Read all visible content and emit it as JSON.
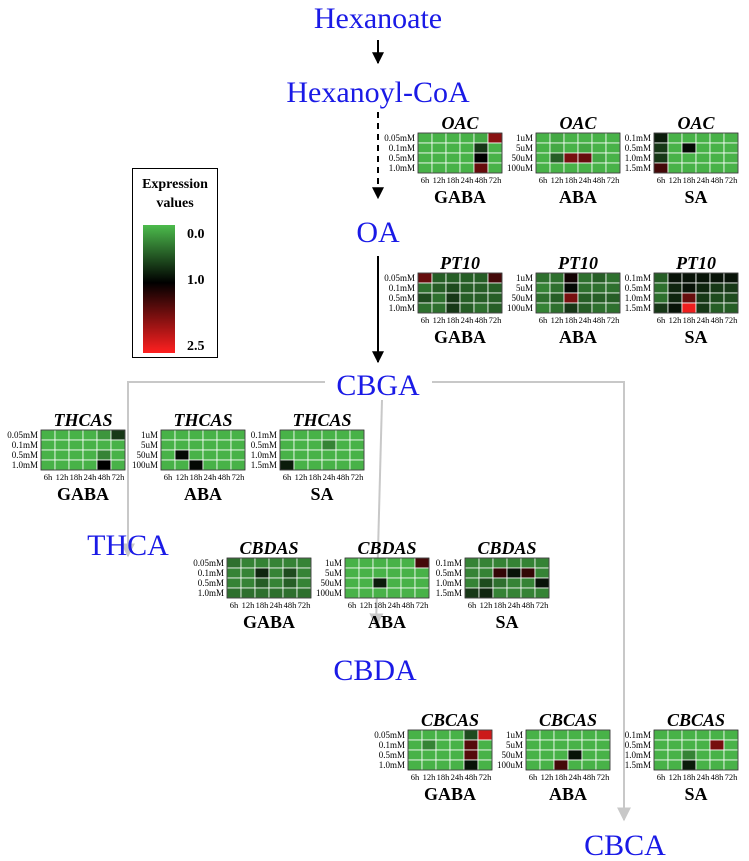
{
  "metabolites": {
    "hexanoate": "Hexanoate",
    "hexanoyl_coa": "Hexanoyl-CoA",
    "oa": "OA",
    "cbga": "CBGA",
    "thca": "THCA",
    "cbda": "CBDA",
    "cbca": "CBCA"
  },
  "legend": {
    "title_line1": "Expression",
    "title_line2": "values",
    "min": "0.0",
    "mid": "1.0",
    "max": "2.5",
    "color_low": "#4CBB4C",
    "color_mid": "#000000",
    "color_high": "#FF2020"
  },
  "time_labels": [
    "6h",
    "12h",
    "18h",
    "24h",
    "48h",
    "72h"
  ],
  "treatments": {
    "GABA": {
      "label": "GABA",
      "doses": [
        "0.05mM",
        "0.1mM",
        "0.5mM",
        "1.0mM"
      ]
    },
    "ABA": {
      "label": "ABA",
      "doses": [
        "1uM",
        "5uM",
        "50uM",
        "100uM"
      ]
    },
    "SA": {
      "label": "SA",
      "doses": [
        "0.1mM",
        "0.5mM",
        "1.0mM",
        "1.5mM"
      ]
    }
  },
  "genes": {
    "OAC": "OAC",
    "PT10": "PT10",
    "THCAS": "THCAS",
    "CBDAS": "CBDAS",
    "CBCAS": "CBCAS"
  },
  "chart_data": [
    {
      "type": "heatmap",
      "gene": "OAC",
      "treatment": "GABA",
      "values": [
        [
          0.05,
          0.05,
          0.05,
          0.05,
          0.1,
          1.8
        ],
        [
          0.05,
          0.05,
          0.05,
          0.05,
          0.7,
          0.05
        ],
        [
          0.05,
          0.05,
          0.05,
          0.05,
          1.0,
          0.05
        ],
        [
          0.05,
          0.05,
          0.05,
          0.05,
          1.6,
          0.05
        ]
      ]
    },
    {
      "type": "heatmap",
      "gene": "OAC",
      "treatment": "ABA",
      "values": [
        [
          0.05,
          0.1,
          0.05,
          0.05,
          0.05,
          0.05
        ],
        [
          0.05,
          0.1,
          0.05,
          0.1,
          0.05,
          0.05
        ],
        [
          0.05,
          0.5,
          1.7,
          1.6,
          0.1,
          0.05
        ],
        [
          0.05,
          0.05,
          0.05,
          0.05,
          0.05,
          0.05
        ]
      ]
    },
    {
      "type": "heatmap",
      "gene": "OAC",
      "treatment": "SA",
      "values": [
        [
          0.85,
          0.05,
          0.05,
          0.05,
          0.05,
          0.05
        ],
        [
          0.7,
          0.05,
          0.95,
          0.05,
          0.05,
          0.05
        ],
        [
          0.7,
          0.05,
          0.05,
          0.05,
          0.05,
          0.05
        ],
        [
          1.4,
          0.05,
          0.05,
          0.05,
          0.05,
          0.05
        ]
      ]
    },
    {
      "type": "heatmap",
      "gene": "PT10",
      "treatment": "GABA",
      "values": [
        [
          1.6,
          0.5,
          0.5,
          0.5,
          0.5,
          1.4
        ],
        [
          0.4,
          0.5,
          0.6,
          0.5,
          0.5,
          0.5
        ],
        [
          0.6,
          0.4,
          0.7,
          0.5,
          0.5,
          0.5
        ],
        [
          0.4,
          0.4,
          0.7,
          0.5,
          0.4,
          0.5
        ]
      ]
    },
    {
      "type": "heatmap",
      "gene": "PT10",
      "treatment": "ABA",
      "values": [
        [
          0.4,
          0.4,
          1.1,
          0.4,
          0.5,
          0.4
        ],
        [
          0.3,
          0.4,
          0.95,
          0.4,
          0.4,
          0.4
        ],
        [
          0.4,
          0.5,
          1.7,
          0.5,
          0.5,
          0.5
        ],
        [
          0.3,
          0.4,
          0.7,
          0.5,
          0.4,
          0.4
        ]
      ]
    },
    {
      "type": "heatmap",
      "gene": "PT10",
      "treatment": "SA",
      "values": [
        [
          0.5,
          0.9,
          0.9,
          0.9,
          0.9,
          0.9
        ],
        [
          0.4,
          0.8,
          0.9,
          0.8,
          0.7,
          0.7
        ],
        [
          0.4,
          0.8,
          1.6,
          0.7,
          0.6,
          0.6
        ],
        [
          0.7,
          0.9,
          2.4,
          0.7,
          0.5,
          0.5
        ]
      ]
    },
    {
      "type": "heatmap",
      "gene": "THCAS",
      "treatment": "GABA",
      "values": [
        [
          0.05,
          0.05,
          0.05,
          0.05,
          0.2,
          0.7
        ],
        [
          0.05,
          0.05,
          0.05,
          0.05,
          0.05,
          0.05
        ],
        [
          0.05,
          0.05,
          0.05,
          0.05,
          0.3,
          0.05
        ],
        [
          0.05,
          0.05,
          0.05,
          0.05,
          1.0,
          0.05
        ]
      ]
    },
    {
      "type": "heatmap",
      "gene": "THCAS",
      "treatment": "ABA",
      "values": [
        [
          0.05,
          0.05,
          0.05,
          0.05,
          0.05,
          0.05
        ],
        [
          0.05,
          0.05,
          0.05,
          0.05,
          0.05,
          0.05
        ],
        [
          0.05,
          0.95,
          0.05,
          0.05,
          0.05,
          0.05
        ],
        [
          0.05,
          0.05,
          0.95,
          0.05,
          0.05,
          0.05
        ]
      ]
    },
    {
      "type": "heatmap",
      "gene": "THCAS",
      "treatment": "SA",
      "values": [
        [
          0.05,
          0.05,
          0.05,
          0.05,
          0.05,
          0.05
        ],
        [
          0.05,
          0.05,
          0.05,
          0.3,
          0.05,
          0.05
        ],
        [
          0.05,
          0.05,
          0.05,
          0.05,
          0.05,
          0.05
        ],
        [
          0.85,
          0.05,
          0.05,
          0.05,
          0.05,
          0.05
        ]
      ]
    },
    {
      "type": "heatmap",
      "gene": "CBDAS",
      "treatment": "GABA",
      "values": [
        [
          0.4,
          0.3,
          0.3,
          0.3,
          0.3,
          0.3
        ],
        [
          0.3,
          0.3,
          0.8,
          0.3,
          0.6,
          0.3
        ],
        [
          0.3,
          0.3,
          0.5,
          0.3,
          0.5,
          0.3
        ],
        [
          0.4,
          0.4,
          0.4,
          0.4,
          0.4,
          0.4
        ]
      ]
    },
    {
      "type": "heatmap",
      "gene": "CBDAS",
      "treatment": "ABA",
      "values": [
        [
          0.05,
          0.05,
          0.05,
          0.05,
          0.05,
          1.4
        ],
        [
          0.05,
          0.05,
          0.05,
          0.05,
          0.05,
          0.05
        ],
        [
          0.05,
          0.05,
          0.85,
          0.05,
          0.05,
          0.05
        ],
        [
          0.05,
          0.05,
          0.05,
          0.05,
          0.05,
          0.05
        ]
      ]
    },
    {
      "type": "heatmap",
      "gene": "CBDAS",
      "treatment": "SA",
      "values": [
        [
          0.3,
          0.3,
          0.3,
          0.3,
          0.3,
          0.3
        ],
        [
          0.3,
          0.3,
          1.3,
          0.9,
          1.3,
          0.3
        ],
        [
          0.3,
          0.6,
          0.4,
          0.3,
          0.3,
          0.9
        ],
        [
          0.7,
          0.8,
          0.3,
          0.3,
          0.3,
          0.3
        ]
      ]
    },
    {
      "type": "heatmap",
      "gene": "CBCAS",
      "treatment": "GABA",
      "values": [
        [
          0.05,
          0.05,
          0.05,
          0.05,
          0.6,
          2.2
        ],
        [
          0.05,
          0.3,
          0.05,
          0.05,
          1.5,
          0.05
        ],
        [
          0.05,
          0.05,
          0.05,
          0.05,
          1.5,
          0.05
        ],
        [
          0.05,
          0.05,
          0.05,
          0.05,
          0.9,
          0.05
        ]
      ]
    },
    {
      "type": "heatmap",
      "gene": "CBCAS",
      "treatment": "ABA",
      "values": [
        [
          0.05,
          0.05,
          0.05,
          0.05,
          0.05,
          0.05
        ],
        [
          0.05,
          0.05,
          0.05,
          0.05,
          0.05,
          0.05
        ],
        [
          0.05,
          0.05,
          0.05,
          0.9,
          0.05,
          0.05
        ],
        [
          0.05,
          0.05,
          1.4,
          0.05,
          0.05,
          0.05
        ]
      ]
    },
    {
      "type": "heatmap",
      "gene": "CBCAS",
      "treatment": "SA",
      "values": [
        [
          0.05,
          0.05,
          0.05,
          0.05,
          0.05,
          0.05
        ],
        [
          0.05,
          0.05,
          0.05,
          0.05,
          1.7,
          0.05
        ],
        [
          0.05,
          0.05,
          0.3,
          0.05,
          0.05,
          0.05
        ],
        [
          0.05,
          0.05,
          0.85,
          0.05,
          0.05,
          0.05
        ]
      ]
    }
  ]
}
